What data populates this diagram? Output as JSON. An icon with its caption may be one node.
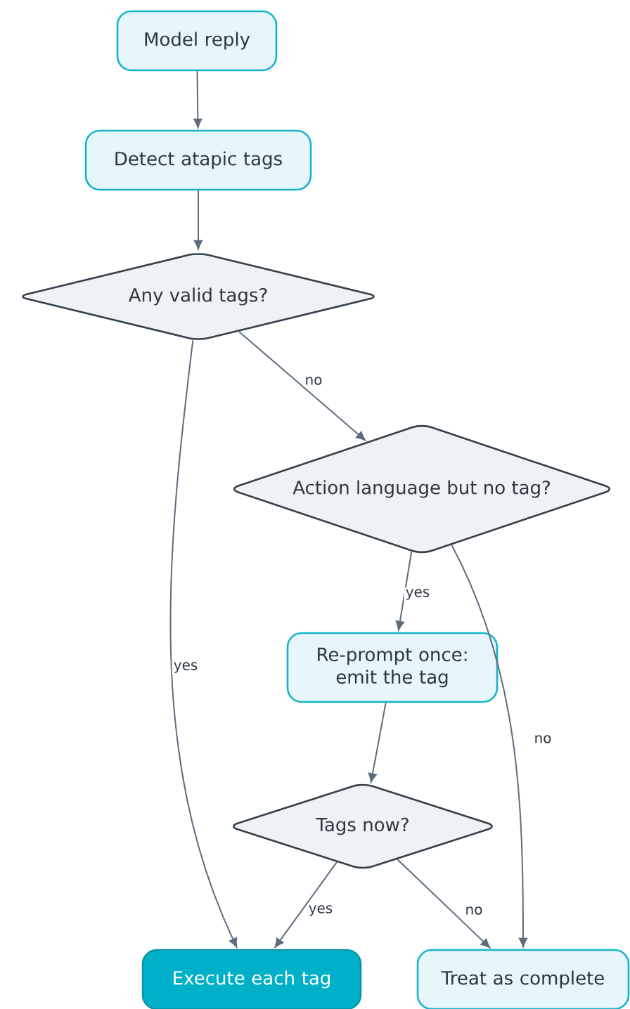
{
  "diagram": {
    "nodes": [
      {
        "text": [
          "Model reply"
        ]
      },
      {
        "text": [
          "Detect atapic tags"
        ]
      },
      {
        "text": [
          "Any valid tags?"
        ]
      },
      {
        "text": [
          "Action language but no tag?"
        ]
      },
      {
        "text": [
          "Re-prompt once: emit the tag"
        ]
      },
      {
        "text": [
          "Tags now?"
        ]
      },
      {
        "text": [
          "Execute each tag"
        ]
      },
      {
        "text": [
          "Treat as complete"
        ]
      }
    ],
    "edges": [
      {
        "from": 0,
        "to": 1,
        "arrow": "to"
      },
      {
        "from": 1,
        "to": 2,
        "arrow": "to"
      },
      {
        "from": 2,
        "to": 3,
        "arrow": "to",
        "label": "no"
      },
      {
        "from": 2,
        "to": 6,
        "arrow": "to",
        "label": "yes"
      },
      {
        "from": 3,
        "to": 4,
        "arrow": "to",
        "label": "yes"
      },
      {
        "from": 3,
        "to": 7,
        "arrow": "to",
        "label": "no"
      },
      {
        "from": 4,
        "to": 5,
        "arrow": "to"
      },
      {
        "from": 5,
        "to": 6,
        "arrow": "to",
        "label": "yes"
      },
      {
        "from": 5,
        "to": 7,
        "arrow": "to",
        "label": "no"
      }
    ]
  }
}
